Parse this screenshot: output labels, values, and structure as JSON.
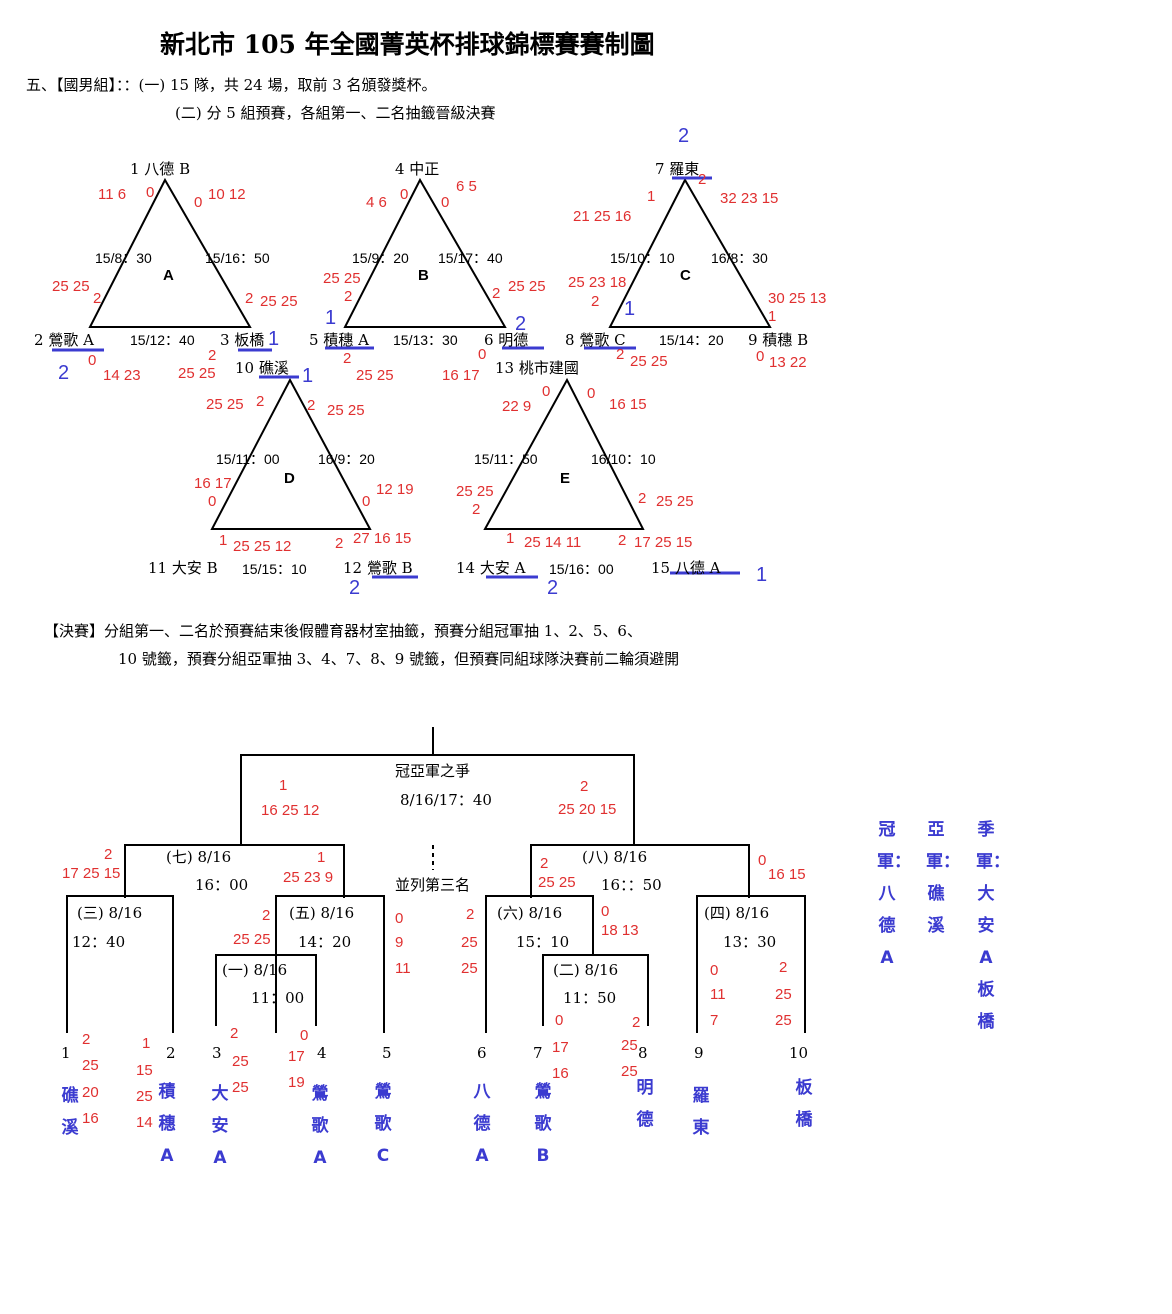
{
  "title": "新北市 105 年全國菁英杯排球錦標賽賽制圖",
  "intro": {
    "line1": "五、【國男組】：：(一) 15 隊，共 24 場，取前 3 名頒發獎杯。",
    "line2": "(二) 分 5 組預賽，各組第一、二名抽籤晉級決賽"
  },
  "pools": [
    {
      "group": "A",
      "top": "1 八德 B",
      "left": "2 鶯歌 A",
      "right": "3 板橋",
      "times": [
        "15/8：30",
        "15/16：50",
        "15/12：40"
      ],
      "scores": [
        "11 6",
        "0",
        "0",
        "10 12",
        "25 25",
        "2",
        "2",
        "25 25",
        "0",
        "14 23",
        "2",
        "25 25"
      ],
      "ranks": [
        "2",
        "1"
      ]
    },
    {
      "group": "B",
      "top": "4 中正",
      "left": "5 積穗 A",
      "right": "6 明德",
      "times": [
        "15/9：20",
        "15/17：40",
        "15/13：30"
      ],
      "scores": [
        "4 6",
        "0",
        "0",
        "6 5",
        "25 25",
        "2",
        "2",
        "25 25",
        "2",
        "25 25",
        "0",
        "16 17"
      ],
      "ranks": [
        "1",
        "2"
      ]
    },
    {
      "group": "C",
      "top": "7 羅東",
      "left": "8 鶯歌 C",
      "right": "9 積穗 B",
      "times": [
        "15/10：10",
        "16/8：30",
        "15/14：20"
      ],
      "scores": [
        "21 25 16",
        "1",
        "2",
        "32 23 15",
        "25 23 18",
        "2",
        "1",
        "30 25 13",
        "2",
        "25 25",
        "0",
        "13 22"
      ],
      "ranks": [
        "2",
        "1"
      ]
    },
    {
      "group": "D",
      "top": "10 礁溪",
      "left": "11 大安 B",
      "right": "12 鶯歌 B",
      "times": [
        "15/11：00",
        "16/9：20",
        "15/15：10"
      ],
      "scores": [
        "25 25",
        "2",
        "2",
        "25 25",
        "16 17",
        "0",
        "0",
        "12 19",
        "1",
        "25 25 12",
        "2",
        "27 16 15"
      ],
      "ranks": [
        "1",
        "2"
      ]
    },
    {
      "group": "E",
      "top": "13 桃市建國",
      "left": "14 大安 A",
      "right": "15 八德 A",
      "times": [
        "15/11：50",
        "16/10：10",
        "15/16：00"
      ],
      "scores": [
        "22 9",
        "0",
        "0",
        "16 15",
        "25 25",
        "2",
        "2",
        "25 25",
        "1",
        "25 14 11",
        "2",
        "17 25 15"
      ],
      "ranks": [
        "2",
        "1"
      ]
    }
  ],
  "finals_note": {
    "line1": "【決賽】分組第一、二名於預賽結束後假體育器材室抽籤，預賽分組冠軍抽 1、2、5、6、",
    "line2": "10  號籤，預賽分組亞軍抽 3、4、7、8、9 號籤，但預賽同組球隊決賽前二輪須避開"
  },
  "bracket": {
    "final_title": "冠亞軍之爭",
    "final_time": "8/16/17：40",
    "final_left": {
      "sets": "1",
      "scores": "16 25 12"
    },
    "final_right": {
      "sets": "2",
      "scores": "25 20  15"
    },
    "third_place": "並列第三名",
    "matches": [
      {
        "label": "(七) 8/16",
        "time": "16：00"
      },
      {
        "label": "(八) 8/16",
        "time": "16：：50"
      },
      {
        "label": "(三) 8/16",
        "time": "12：40"
      },
      {
        "label": "(五) 8/16",
        "time": "14：20"
      },
      {
        "label": "(六) 8/16",
        "time": "15：10"
      },
      {
        "label": "(四) 8/16",
        "time": "13：30"
      },
      {
        "label": "(一) 8/16",
        "time": "11：00"
      },
      {
        "label": "(二) 8/16",
        "time": "11：50"
      }
    ],
    "scores": {
      "m7_left_sets": "2",
      "m7_left_scores": "17 25 15",
      "m7_right_sets": "1",
      "m7_right_scores": "25 23 9",
      "m8_left_sets": "2",
      "m8_left_scores": "25 25",
      "m8_right_sets": "0",
      "m8_right_scores": "16 15",
      "m5_left_sets": "2",
      "m5_left_scores": "25 25",
      "m5_right": [
        "0",
        "9",
        "11"
      ],
      "m6_left": [
        "2",
        "25",
        "25"
      ],
      "m6_right_sets": "0",
      "m6_right_scores": "18 13",
      "m4_left": [
        "0",
        "11",
        "7"
      ],
      "m4_right": [
        "2",
        "25",
        "25"
      ],
      "s1": [
        "2",
        "25",
        "20",
        "16"
      ],
      "s2": [
        "1",
        "15",
        "25",
        "14"
      ],
      "s3": [
        "2",
        "25",
        "25"
      ],
      "s4": [
        "0",
        "17",
        "19"
      ],
      "s7": [
        "0",
        "17",
        "16"
      ],
      "s8": [
        "2",
        "25",
        "25"
      ]
    },
    "slots": [
      {
        "num": "1",
        "team": "礁溪"
      },
      {
        "num": "2",
        "team": "積穗A"
      },
      {
        "num": "3",
        "team": "大安A"
      },
      {
        "num": "4",
        "team": "鶯歌A"
      },
      {
        "num": "5",
        "team": "鶯歌C"
      },
      {
        "num": "6",
        "team": "八德A"
      },
      {
        "num": "7",
        "team": "鶯歌B"
      },
      {
        "num": "8",
        "team": "明德"
      },
      {
        "num": "9",
        "team": "羅東"
      },
      {
        "num": "10",
        "team": "板橋"
      }
    ]
  },
  "results": {
    "champion": "冠軍：八德A",
    "runner_up": "亞軍：礁溪",
    "third": "季軍：大安A板橋"
  },
  "colors": {
    "score": "#e03030",
    "annotation": "#3b3bd0",
    "line": "#000000"
  }
}
